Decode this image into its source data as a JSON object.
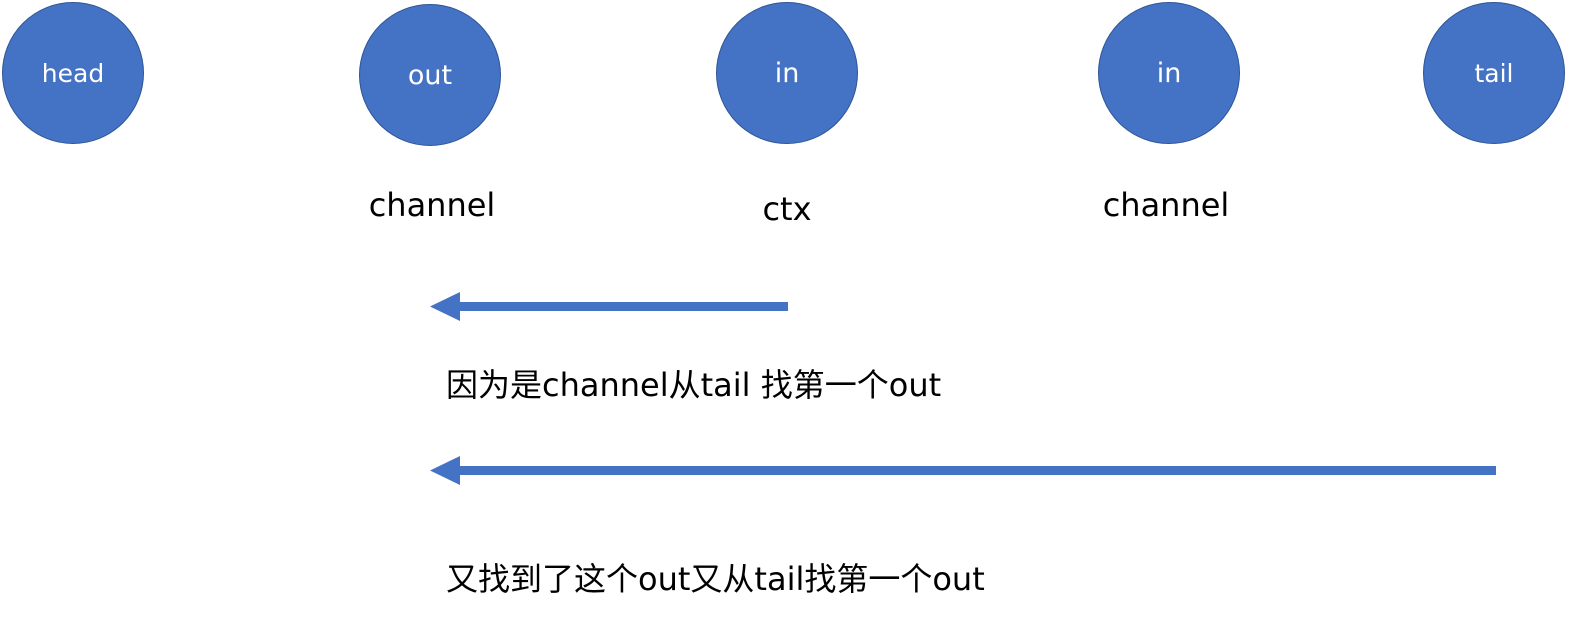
{
  "colors": {
    "node_fill": "#4472c4",
    "node_border": "#2f5597",
    "arrow": "#4472c4",
    "text": "#000000",
    "node_text": "#ffffff"
  },
  "nodes": [
    {
      "label": "head",
      "sublabel": ""
    },
    {
      "label": "out",
      "sublabel": "channel"
    },
    {
      "label": "in",
      "sublabel": "ctx"
    },
    {
      "label": "in",
      "sublabel": "channel"
    },
    {
      "label": "tail",
      "sublabel": ""
    }
  ],
  "notes": {
    "first": "因为是channel从tail 找第一个out",
    "second": "又找到了这个out又从tail找第一个out"
  }
}
